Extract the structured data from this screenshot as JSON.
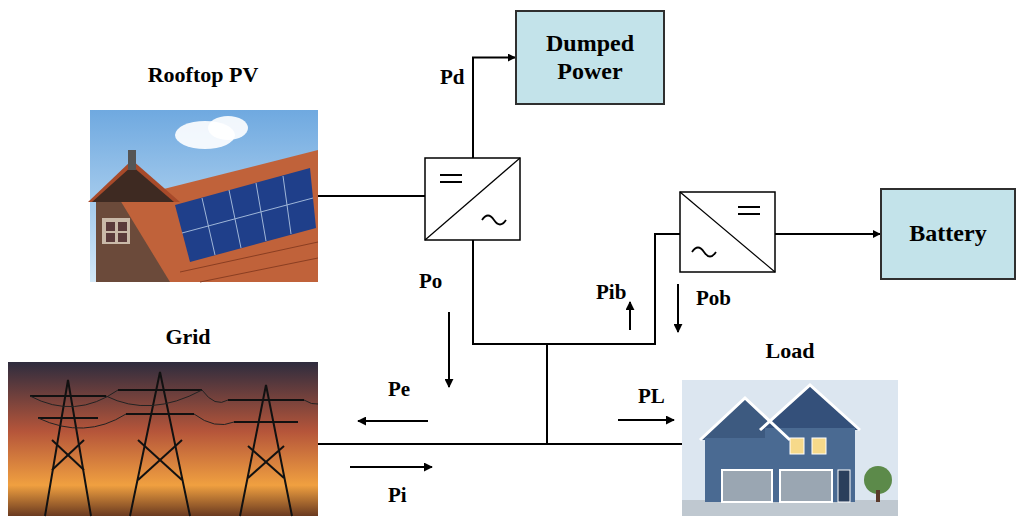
{
  "diagram": {
    "nodes": [
      {
        "text": [
          "Rooftop PV"
        ]
      },
      {
        "text": [
          "Dumped Power"
        ]
      },
      {
        "text": [
          "Battery"
        ]
      },
      {
        "text": [
          "Grid"
        ]
      },
      {
        "text": [
          "Load"
        ]
      }
    ],
    "edges": [
      {
        "from": 0,
        "to": 1,
        "arrow": "to"
      },
      {
        "from": 0,
        "to": 3,
        "arrow": "none"
      },
      {
        "from": 3,
        "to": 4,
        "arrow": "none"
      },
      {
        "from": 3,
        "to": 2,
        "arrow": "to"
      }
    ],
    "labels": [
      "Pd",
      "Po",
      "Pib",
      "Pob",
      "Pe",
      "PL",
      "Pi"
    ]
  }
}
